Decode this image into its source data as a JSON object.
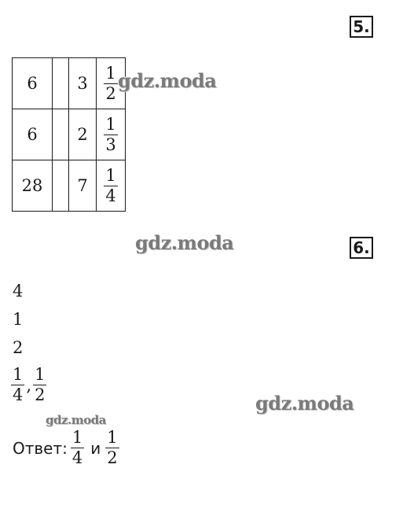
{
  "task5": {
    "number": "5.",
    "rows": [
      {
        "a": "6",
        "b": "",
        "c": "3",
        "frac": {
          "num": "1",
          "den": "2"
        }
      },
      {
        "a": "6",
        "b": "",
        "c": "2",
        "frac": {
          "num": "1",
          "den": "3"
        }
      },
      {
        "a": "28",
        "b": "",
        "c": "7",
        "frac": {
          "num": "1",
          "den": "4"
        }
      }
    ]
  },
  "task6": {
    "number": "6.",
    "lines": [
      "4",
      "1",
      "2"
    ],
    "fractions": [
      {
        "num": "1",
        "den": "4"
      },
      {
        "num": "1",
        "den": "2"
      }
    ],
    "separator": ",",
    "answer_label": "Ответ:",
    "answer_conj": "и",
    "answer_fractions": [
      {
        "num": "1",
        "den": "4"
      },
      {
        "num": "1",
        "den": "2"
      }
    ]
  },
  "watermark": "gdz.moda"
}
